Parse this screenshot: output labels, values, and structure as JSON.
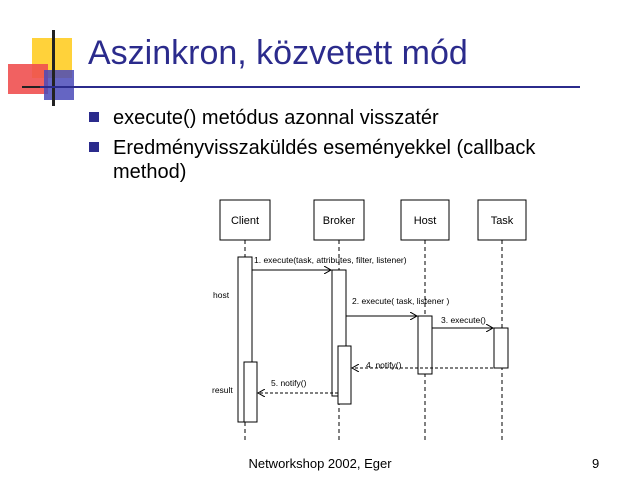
{
  "slide": {
    "title": "Aszinkron, közvetett mód",
    "bullets": [
      "execute() metódus azonnal visszatér",
      "Eredményvisszaküldés eseményekkel (callback method)"
    ],
    "footer": "Networkshop 2002, Eger",
    "page_number": "9"
  },
  "diagram": {
    "participants": [
      "Client",
      "Broker",
      "Host",
      "Task"
    ],
    "messages": [
      "1. execute(task, attributes, filter, listener)",
      "2. execute( task, listener )",
      "3. execute()",
      "4. notify()",
      "5. notify()"
    ],
    "notes": [
      "host",
      "result"
    ]
  },
  "colors": {
    "title": "#2b2b8c",
    "logo_yellow": "#ffd700",
    "logo_red": "#e53b3b",
    "logo_blue": "#3333aa"
  }
}
